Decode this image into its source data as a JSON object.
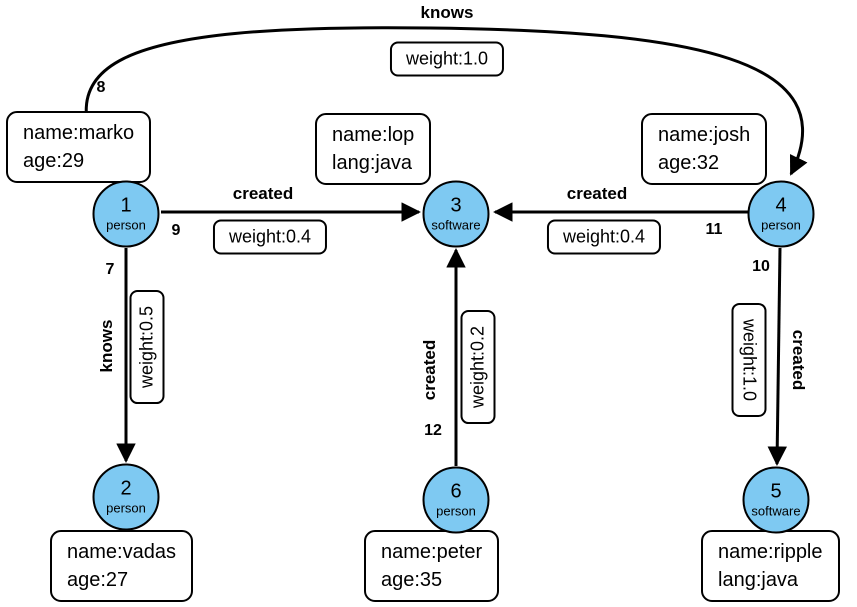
{
  "graph": {
    "nodes": [
      {
        "id": "1",
        "type": "person",
        "properties": {
          "line1": "name:marko",
          "line2": "age:29"
        }
      },
      {
        "id": "2",
        "type": "person",
        "properties": {
          "line1": "name:vadas",
          "line2": "age:27"
        }
      },
      {
        "id": "3",
        "type": "software",
        "properties": {
          "line1": "name:lop",
          "line2": "lang:java"
        }
      },
      {
        "id": "4",
        "type": "person",
        "properties": {
          "line1": "name:josh",
          "line2": "age:32"
        }
      },
      {
        "id": "5",
        "type": "software",
        "properties": {
          "line1": "name:ripple",
          "line2": "lang:java"
        }
      },
      {
        "id": "6",
        "type": "person",
        "properties": {
          "line1": "name:peter",
          "line2": "age:35"
        }
      }
    ],
    "edges": [
      {
        "id": "8",
        "label": "knows",
        "weight": "weight:1.0",
        "from": "1",
        "to": "4"
      },
      {
        "id": "9",
        "label": "created",
        "weight": "weight:0.4",
        "from": "1",
        "to": "3"
      },
      {
        "id": "11",
        "label": "created",
        "weight": "weight:0.4",
        "from": "4",
        "to": "3"
      },
      {
        "id": "7",
        "label": "knows",
        "weight": "weight:0.5",
        "from": "1",
        "to": "2"
      },
      {
        "id": "12",
        "label": "created",
        "weight": "weight:0.2",
        "from": "6",
        "to": "3"
      },
      {
        "id": "10",
        "label": "created",
        "weight": "weight:1.0",
        "from": "4",
        "to": "5"
      }
    ]
  },
  "colors": {
    "node_fill": "#7EC9F2",
    "node_stroke": "#000000",
    "box_fill": "#FFFFFF",
    "edge_color": "#000000"
  }
}
